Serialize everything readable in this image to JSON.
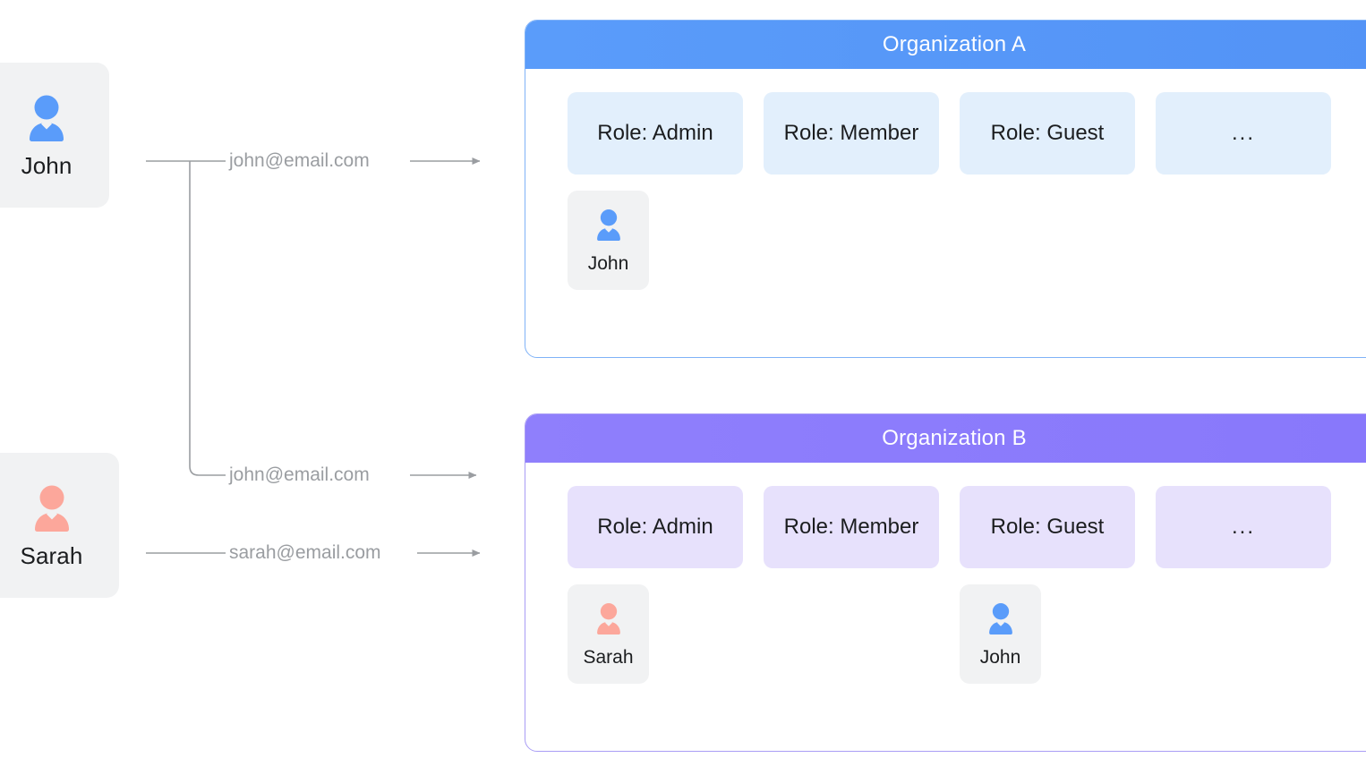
{
  "people": [
    {
      "id": "john",
      "name": "John",
      "avatar_color": "#5a9cfa",
      "icon": "person-icon"
    },
    {
      "id": "sarah",
      "name": "Sarah",
      "avatar_color": "#fca79b",
      "icon": "person-icon"
    }
  ],
  "left_cards": [
    {
      "name": "John",
      "avatar_color": "#5a9cfa"
    },
    {
      "name": "Sarah",
      "avatar_color": "#fca79b"
    }
  ],
  "edges": [
    {
      "label": "john@email.com",
      "from": "John",
      "to": "Organization A",
      "color": "#9a9da1"
    },
    {
      "label": "john@email.com",
      "from": "John",
      "to": "Organization B",
      "color": "#9a9da1"
    },
    {
      "label": "sarah@email.com",
      "from": "Sarah",
      "to": "Organization B",
      "color": "#9a9da1"
    }
  ],
  "organizations": [
    {
      "title": "Organization A",
      "header_color": "#5a9cfa",
      "border_color": "#7fb2f7",
      "chip_color": "#e2effc",
      "roles": [
        "Role: Admin",
        "Role: Member",
        "Role: Guest",
        "..."
      ],
      "members": [
        {
          "slot": 0,
          "name": "John",
          "avatar_color": "#5a9cfa"
        }
      ]
    },
    {
      "title": "Organization B",
      "header_color": "#8f7ffc",
      "border_color": "#a99df5",
      "chip_color": "#e7e1fc",
      "roles": [
        "Role: Admin",
        "Role: Member",
        "Role: Guest",
        "..."
      ],
      "members": [
        {
          "slot": 0,
          "name": "Sarah",
          "avatar_color": "#fca79b"
        },
        {
          "slot": 2,
          "name": "John",
          "avatar_color": "#5a9cfa"
        }
      ]
    }
  ]
}
